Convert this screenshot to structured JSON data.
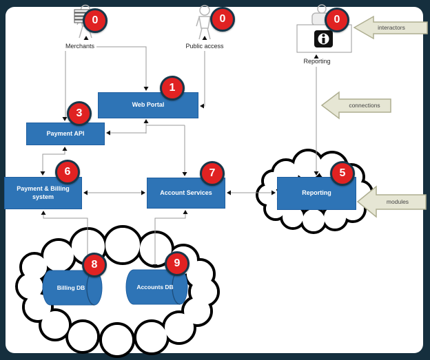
{
  "diagram": {
    "actors": {
      "merchants": {
        "label": "Merchants",
        "badge": "0"
      },
      "public_access": {
        "label": "Public access",
        "badge": "0"
      },
      "reporting": {
        "label": "Reporting",
        "badge": "0"
      }
    },
    "nodes": {
      "web_portal": {
        "label": "Web Portal",
        "badge": "1"
      },
      "payment_api": {
        "label": "Payment API",
        "badge": "3"
      },
      "payment_billing": {
        "label": "Payment & Billing system",
        "badge": "6"
      },
      "account_services": {
        "label": "Account Services",
        "badge": "7"
      },
      "reporting": {
        "label": "Reporting",
        "badge": "5"
      }
    },
    "datastores": {
      "billing_db": {
        "label": "Billing DB",
        "badge": "8"
      },
      "accounts_db": {
        "label": "Accounts DB",
        "badge": "9"
      }
    },
    "legend": {
      "interactors": {
        "label": "interactors"
      },
      "connections": {
        "label": "connections"
      },
      "modules": {
        "label": "modules"
      }
    },
    "colors": {
      "frame": "#152f3e",
      "surface": "#ffffff",
      "node_fill": "#2e74b6",
      "node_border": "#1f5fa0",
      "badge_fill": "#e02222",
      "badge_ring": "#16374a",
      "legend_fill": "#e6e6d4",
      "legend_border": "#aeae90",
      "connector": "#999999",
      "cloud_outline": "#000000"
    }
  }
}
